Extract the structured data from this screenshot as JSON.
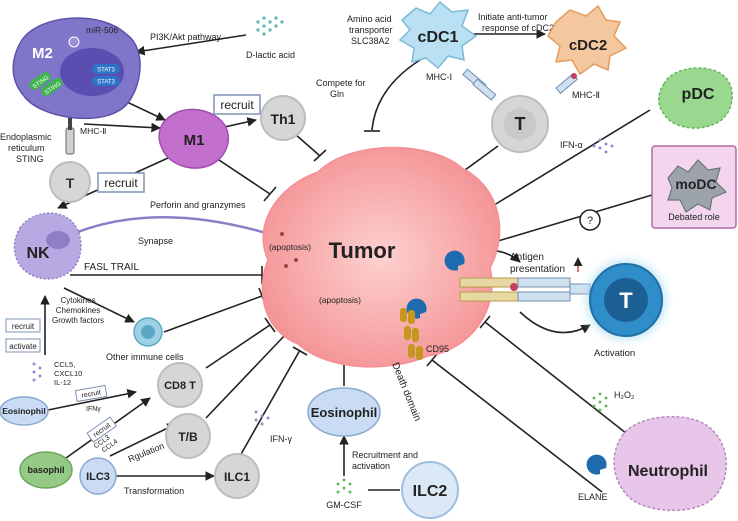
{
  "center": {
    "label": "Tumor",
    "apoptosis_top": "(apoptosis)",
    "apoptosis_right": "(apoptosis)"
  },
  "cells": {
    "m2": "M2",
    "m1": "M1",
    "th1": "Th1",
    "nk": "NK",
    "t_left": "T",
    "cdc1": "cDC1",
    "cdc2": "cDC2",
    "t_top": "T",
    "pdc": "pDC",
    "modc": "moDC",
    "t_big": "T",
    "cd8t": "CD8 T",
    "tb": "T/B",
    "ilc1": "ILC1",
    "ilc3": "ILC3",
    "ilc2": "ILC2",
    "eosinophil_center": "Eosinophil",
    "eosinophil_left": "Eosinophil",
    "basophil": "basophil",
    "neutrophil": "Neutrophil"
  },
  "badges": {
    "stat3_a": "STAT3",
    "stat3_b": "STAT3",
    "sting_a": "STING",
    "sting_b": "STING",
    "question": "?"
  },
  "labels": {
    "mir506": "miR-506",
    "pi3k": "PI3K/Akt pathway",
    "d_lactic": "D-lactic acid",
    "er_sting": [
      "Endoplasmic",
      "reticulum",
      "STING"
    ],
    "mhc2_left": "MHC-Ⅱ",
    "recruit_m1": "recruit",
    "recruit_nk": "recruit",
    "amino_acid": [
      "Amino acid",
      "transporter",
      "SLC38A2"
    ],
    "initiate": [
      "Initiate anti-tumor",
      "response of cDC2"
    ],
    "compete": [
      "Compete for",
      "Gln"
    ],
    "mhc1": "MHC-Ⅰ",
    "mhc2_right": "MHC-Ⅱ",
    "ifn_alpha": "IFN-α",
    "debated": "Debated role",
    "perforin": "Perforin and granzymes",
    "synapse": "Synapse",
    "fasl": "FASL TRAIL",
    "cytokines": [
      "Cytokines",
      "Chemokines",
      "Growth factors"
    ],
    "other_immune": "Other immune cells",
    "recruit_box": "recruit",
    "activate_box": "activate",
    "ccl5": [
      "CCL5,",
      "CXCL10",
      "IL-12"
    ],
    "recruit_eos": "recruit",
    "ifng_small": "IFNγ",
    "recruit_baso": "recruit",
    "ccl3": [
      "CCL3",
      "CCL4"
    ],
    "ifn_gamma": "IFN-γ",
    "regulation": "Rgulation",
    "transformation": "Transformation",
    "recruitment_activation": [
      "Recruitment and",
      "activation"
    ],
    "gm_csf": "GM-CSF",
    "antigen": [
      "Antigen",
      "presentation"
    ],
    "activation": "Activation",
    "cd95": "CD95",
    "death_domain": "Death domain",
    "h2o2": "H₂O₂",
    "elane": "ELANE"
  },
  "colors": {
    "tumor": "#f7a3a6",
    "tumor_core": "#fbc9c8",
    "m2": "#8076c9",
    "m1": "#c26fcd",
    "nk": "#b9a9e3",
    "cdc1": "#b9e1f3",
    "cdc2": "#f4c79f",
    "pdc": "#9ad88f",
    "modc": "#9ca3aa",
    "modc_box": "#f3d6ee",
    "t_grey": "#d6d6d6",
    "t_blue": "#2f8ec9",
    "eosinophil": "#c9dcf3",
    "basophil": "#94c986",
    "neutrophil": "#e7c6ea",
    "inhibit_line": "#333333",
    "recruit_border": "#7e93b4"
  }
}
